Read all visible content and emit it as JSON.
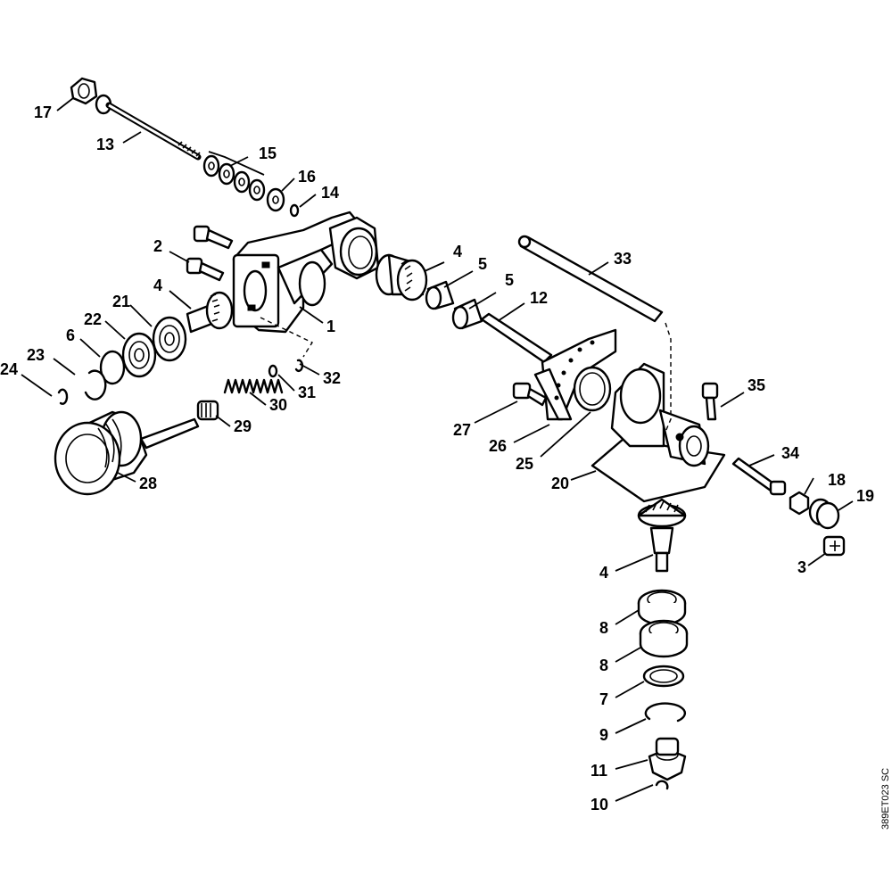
{
  "drawing_reference": "389ET023 SC",
  "callouts": {
    "c17": "17",
    "c13": "13",
    "c15": "15",
    "c16": "16",
    "c14": "14",
    "c2": "2",
    "c4a": "4",
    "c21": "21",
    "c22": "22",
    "c6": "6",
    "c23": "23",
    "c24": "24",
    "c1": "1",
    "c32": "32",
    "c31": "31",
    "c30": "30",
    "c29": "29",
    "c28": "28",
    "c4b": "4",
    "c5a": "5",
    "c5b": "5",
    "c12": "12",
    "c33": "33",
    "c35": "35",
    "c27": "27",
    "c26": "26",
    "c25": "25",
    "c20": "20",
    "c34": "34",
    "c18": "18",
    "c19": "19",
    "c3": "3",
    "c4c": "4",
    "c8a": "8",
    "c8b": "8",
    "c7": "7",
    "c9": "9",
    "c11": "11",
    "c10": "10"
  }
}
